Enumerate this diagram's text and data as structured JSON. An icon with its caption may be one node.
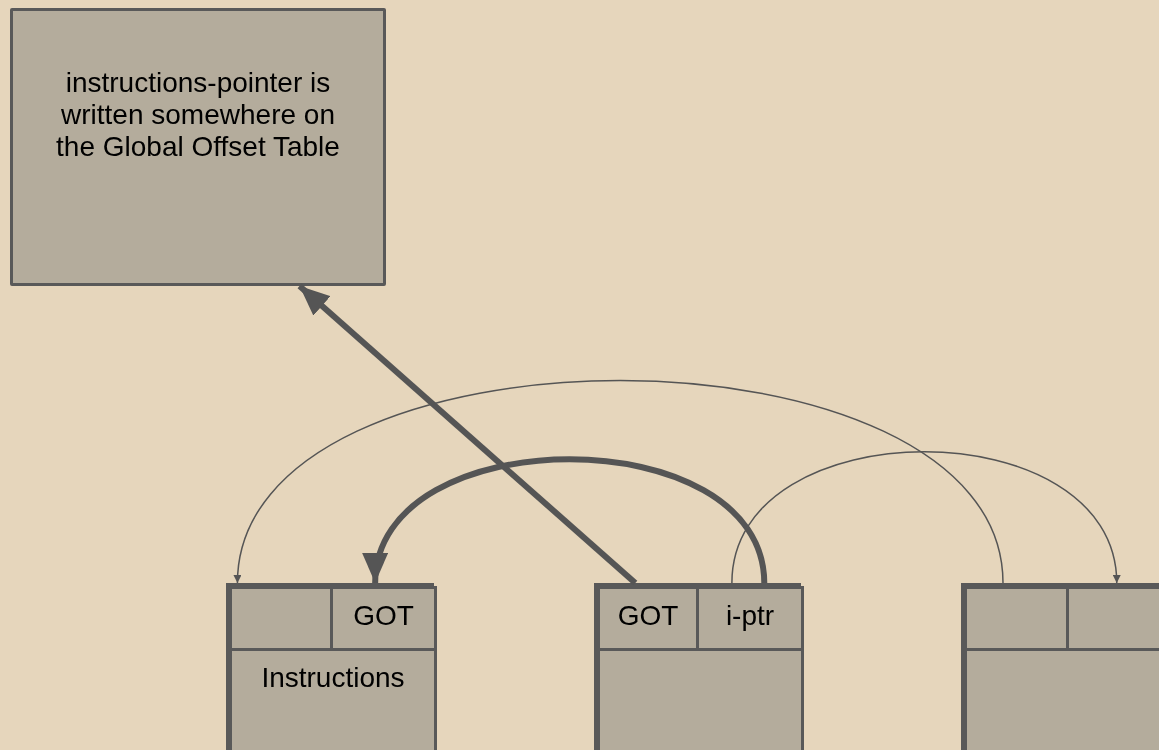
{
  "diagram": {
    "nodes": [
      {
        "text": [
          "instructions-pointer is written somewhere on the Global Offset Table"
        ]
      },
      {
        "text": [],
        "shape": "box"
      },
      {
        "text": [],
        "shape": "box",
        "in": 1
      },
      {
        "text": [
          "GOT"
        ],
        "in": 1
      },
      {
        "text": [
          "Instructions"
        ],
        "in": 1
      },
      {
        "text": [],
        "shape": "box"
      },
      {
        "text": [
          "GOT"
        ],
        "in": 5
      },
      {
        "text": [
          "i-ptr"
        ],
        "in": 5
      },
      {
        "text": [],
        "shape": "box",
        "in": 5
      },
      {
        "text": [],
        "shape": "box"
      },
      {
        "text": [],
        "shape": "box",
        "in": 9
      },
      {
        "text": [],
        "shape": "box",
        "in": 9
      },
      {
        "text": [],
        "shape": "box",
        "in": 9
      }
    ],
    "edges": [
      {
        "from": 6,
        "to": 0,
        "arrow": "to",
        "style": "thick"
      },
      {
        "from": 7,
        "to": 3,
        "arrow": "to",
        "style": "thick"
      },
      {
        "from": 10,
        "to": 2,
        "arrow": "to"
      },
      {
        "from": 7,
        "to": 11,
        "arrow": "to"
      }
    ]
  }
}
